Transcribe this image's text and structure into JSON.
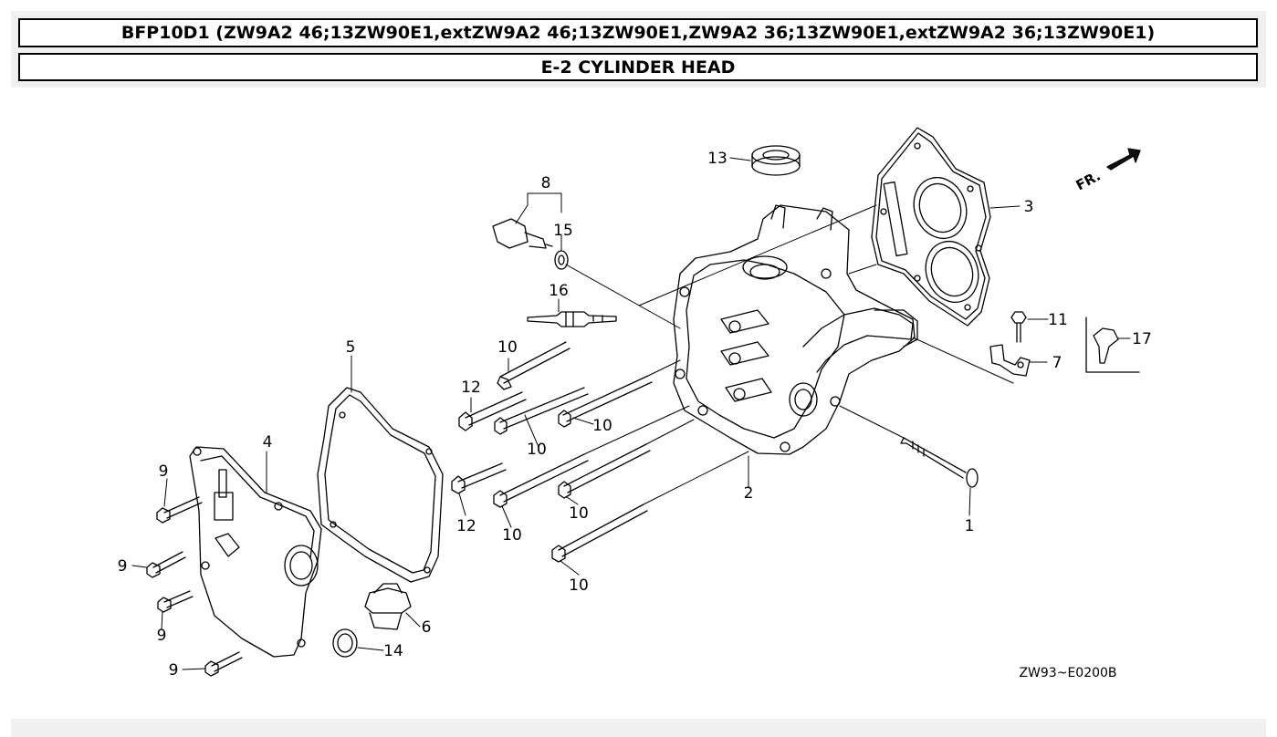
{
  "header": {
    "model_line": "BFP10D1 (ZW9A2 46;13ZW90E1,extZW9A2 46;13ZW90E1,ZW9A2 36;13ZW90E1,extZW9A2 36;13ZW90E1)",
    "section_title": "E-2 CYLINDER HEAD"
  },
  "diagram": {
    "front_indicator": "FR.",
    "drawing_code": "ZW93~E0200B",
    "callouts": {
      "c1": "1",
      "c2": "2",
      "c3": "3",
      "c4": "4",
      "c5": "5",
      "c6": "6",
      "c7": "7",
      "c8": "8",
      "c9a": "9",
      "c9b": "9",
      "c9c": "9",
      "c9d": "9",
      "c10a": "10",
      "c10b": "10",
      "c10c": "10",
      "c10d": "10",
      "c10e": "10",
      "c10f": "10",
      "c11": "11",
      "c12a": "12",
      "c12b": "12",
      "c13": "13",
      "c14": "14",
      "c15": "15",
      "c16": "16",
      "c17": "17"
    }
  }
}
